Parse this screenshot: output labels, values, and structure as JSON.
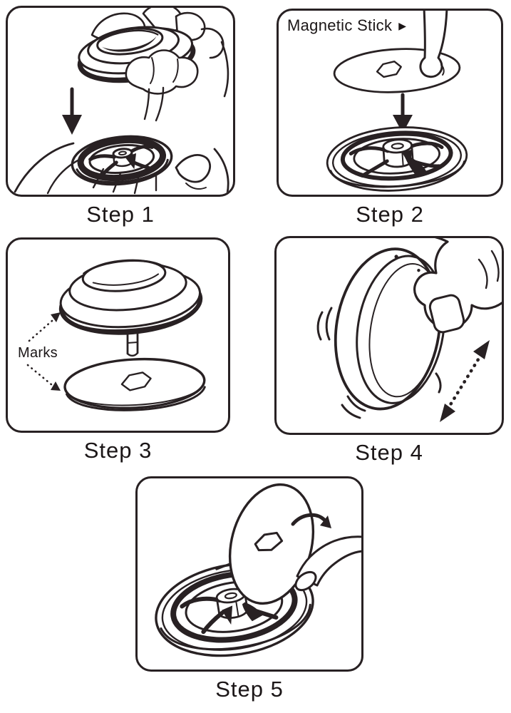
{
  "steps": [
    {
      "label": "Step 1"
    },
    {
      "label": "Step 2"
    },
    {
      "label": "Step 3"
    },
    {
      "label": "Step 4"
    },
    {
      "label": "Step 5"
    }
  ],
  "annotations": {
    "magnetic_stick_label": "Magnetic Stick",
    "magnetic_stick_pointer": "▶",
    "marks_label": "Marks"
  },
  "colors": {
    "line": "#282123",
    "text": "#1b1617",
    "background": "#ffffff"
  }
}
